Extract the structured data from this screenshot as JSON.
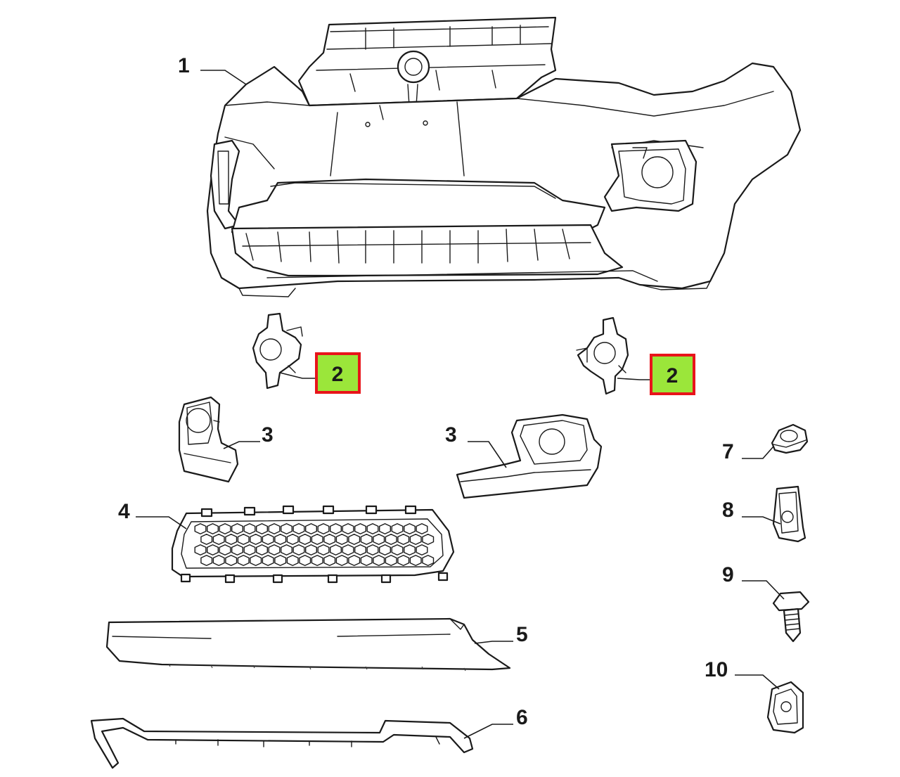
{
  "callouts": {
    "c1": "1",
    "c2_left": "2",
    "c2_right": "2",
    "c3_left": "3",
    "c3_right": "3",
    "c4": "4",
    "c5": "5",
    "c6": "6",
    "c7": "7",
    "c8": "8",
    "c9": "9",
    "c10": "10"
  },
  "highlight": {
    "fill_color": "#9be63a",
    "border_color": "#e8141b",
    "highlighted_part": "2"
  }
}
